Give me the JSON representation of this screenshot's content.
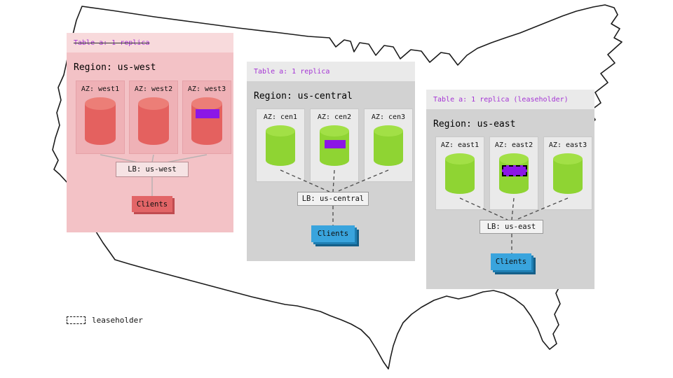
{
  "legend": {
    "label": "leaseholder"
  },
  "regions": [
    {
      "name": "us-west",
      "table_label": "Table a: 1 replica",
      "table_struckthrough": true,
      "region_label": "Region: us-west",
      "azs": [
        {
          "label": "AZ: west1",
          "patch": null
        },
        {
          "label": "AZ: west2",
          "patch": null
        },
        {
          "label": "AZ: west3",
          "patch": "replica"
        }
      ],
      "lb_label": "LB: us-west",
      "clients_label": "Clients"
    },
    {
      "name": "us-central",
      "table_label": "Table a: 1 replica",
      "table_struckthrough": false,
      "region_label": "Region: us-central",
      "azs": [
        {
          "label": "AZ: cen1",
          "patch": null
        },
        {
          "label": "AZ: cen2",
          "patch": "replica"
        },
        {
          "label": "AZ: cen3",
          "patch": null
        }
      ],
      "lb_label": "LB: us-central",
      "clients_label": "Clients"
    },
    {
      "name": "us-east",
      "table_label": "Table a: 1 replica (leaseholder)",
      "table_struckthrough": false,
      "region_label": "Region: us-east",
      "azs": [
        {
          "label": "AZ: east1",
          "patch": null
        },
        {
          "label": "AZ: east2",
          "patch": "leaseholder"
        },
        {
          "label": "AZ: east3",
          "patch": null
        }
      ],
      "lb_label": "LB: us-east",
      "clients_label": "Clients"
    }
  ],
  "colors": {
    "purple-text": "#a434d4",
    "replica-patch": "#8b17e6",
    "west-panel": "#f3c2c6",
    "west-header": "#f8dadc",
    "west-az": "#efb1b6",
    "west-cyl-body": "#e4615f",
    "west-cyl-top": "#ec7e77",
    "west-lb": "#f6e3e4",
    "west-clients": "#e26567",
    "west-clients-shadow": "#c04b50",
    "gray-panel": "#d2d2d2",
    "gray-header": "#eaeaea",
    "gray-az": "#eaeaea",
    "green-cyl-body": "#8fd433",
    "green-cyl-top": "#a2e046",
    "lb-bg": "#f2f2f2",
    "lb-border": "#9a9a9a",
    "clients-blue": "#39a4dd",
    "clients-blue-shadow1": "#1f7fb3",
    "clients-blue-shadow2": "#155f88",
    "solid-line": "#b9b2b2",
    "dash-line": "#4a4a4a",
    "map-stroke": "#1b1b1b"
  }
}
